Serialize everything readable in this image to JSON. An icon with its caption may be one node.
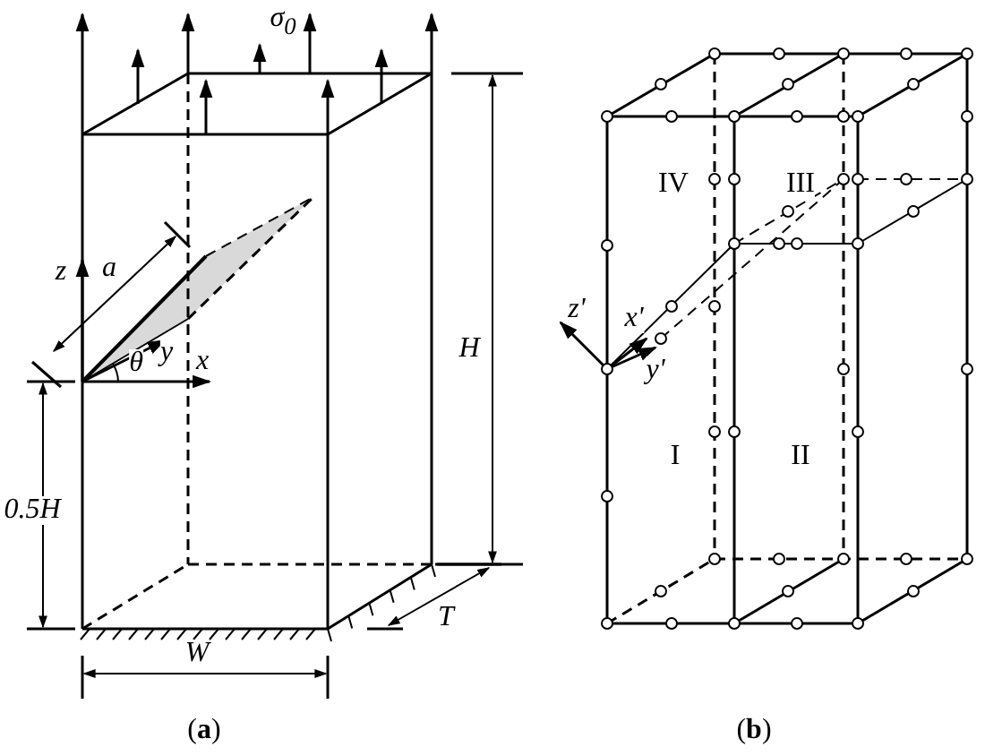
{
  "diagram": {
    "labels": [
      "σ$_{0}$",
      "H",
      "z",
      "a",
      "y",
      "x",
      "θ",
      "0.5H",
      "T",
      "W",
      "(**a**)",
      "IV",
      "III",
      "z'",
      "x'",
      "y'",
      "I",
      "II",
      "(**b**)"
    ]
  }
}
